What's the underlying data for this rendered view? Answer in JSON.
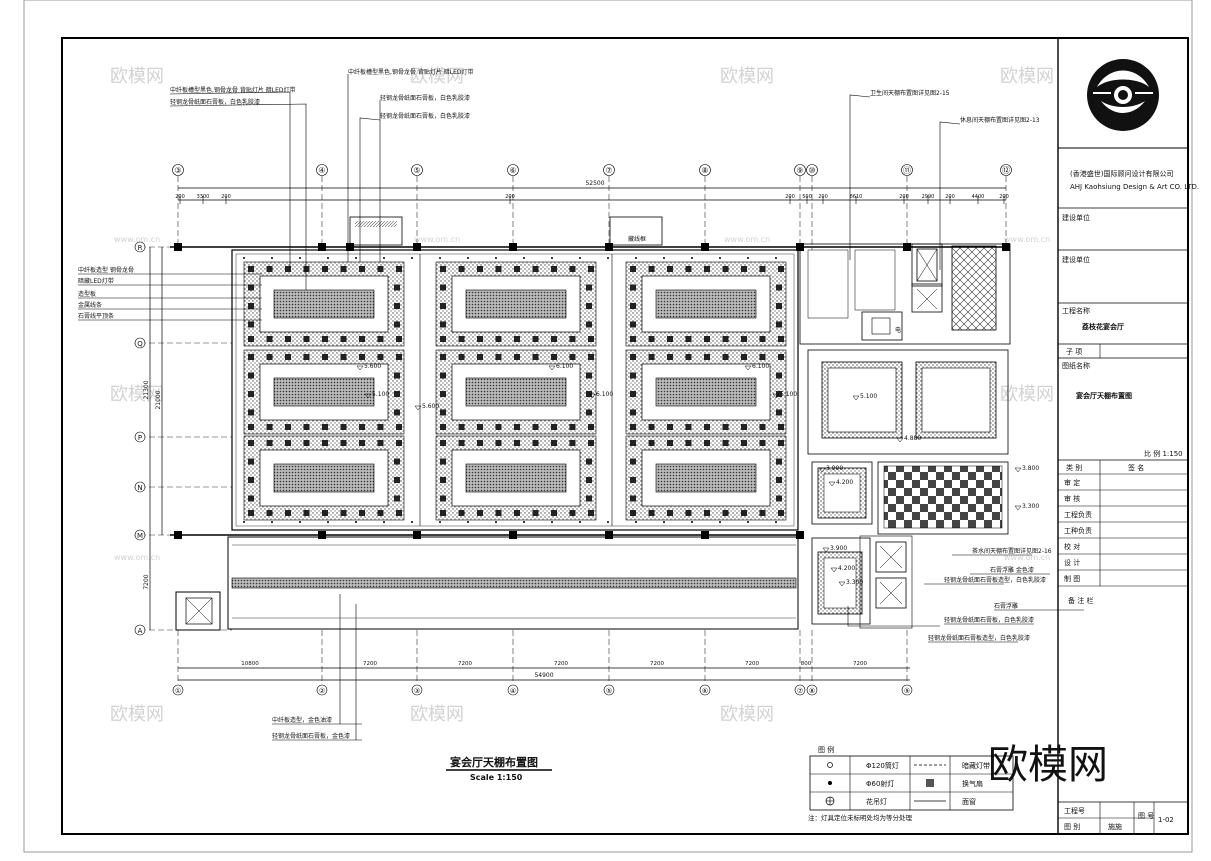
{
  "watermark": {
    "brand": "欧模网",
    "url": "www.om.cn"
  },
  "drawing": {
    "title": "宴会厅天棚布置图",
    "scale": "Scale 1:150",
    "note": "注：灯具定位未标明处均为等分处理"
  },
  "grid_top": [
    "③",
    "④",
    "⑤",
    "⑥",
    "⑦",
    "⑧",
    "⑨",
    "⑩",
    "⑪",
    "⑫"
  ],
  "grid_bottom": [
    "①",
    "②",
    "③",
    "④",
    "⑤",
    "⑥",
    "⑦",
    "⑧",
    "⑨"
  ],
  "grid_left": [
    "R",
    "Q",
    "P",
    "N",
    "M",
    "A"
  ],
  "dims_top": {
    "total": "52500",
    "parts": [
      "200",
      "3300",
      "200",
      "200",
      "200",
      "500",
      "200",
      "8610",
      "200",
      "2990",
      "200",
      "4400",
      "200"
    ]
  },
  "dims_bottom": {
    "total": "54900",
    "parts": [
      "10800",
      "7200",
      "7200",
      "7200",
      "7200",
      "7200",
      "800",
      "7200"
    ]
  },
  "dims_left": [
    "21300",
    "21000",
    "7200"
  ],
  "elevations": [
    "5.600",
    "6.100",
    "6.100",
    "5.100",
    "5.600",
    "6.100",
    "5.100",
    "5.100",
    "4.880",
    "3.900",
    "4.200",
    "3.800",
    "3.300",
    "3.900",
    "4.200",
    "3.300"
  ],
  "annotations_top": [
    "中纤板槽型黑色,钢骨龙骨 背贴灯片 暗LED灯带",
    "中纤板槽型黑色,钢骨龙骨 背贴灯片 暗LED灯带",
    "轻钢龙骨纸面石膏板，白色乳胶漆",
    "轻钢龙骨纸面石膏板，白色乳胶漆",
    "轻钢龙骨纸面石膏板，白色乳胶漆",
    "卫生间天棚布置图详见图2-15",
    "休息间天棚布置图详见图2-13"
  ],
  "annotations_left": [
    "中纤板造型 钢骨龙骨",
    "暗藏LED灯带",
    "造型板",
    "金属线条",
    "石膏线平顶条"
  ],
  "annotations_right": [
    "茶水间天棚布置图详见图2-16",
    "石膏浮雕 金色漆",
    "轻钢龙骨纸面石膏板造型，白色乳胶漆"
  ],
  "annotations_bottom": [
    "石膏浮雕",
    "轻钢龙骨纸面石膏板，白色乳胶漆",
    "轻钢龙骨纸面石膏板造型，白色乳胶漆",
    "中纤板造型，金色油漆",
    "轻钢龙骨纸面石膏板，金色漆"
  ],
  "labels": {
    "stage_top": "藏线框",
    "room_mark": "电"
  },
  "legend": {
    "title": "图  例",
    "items": [
      {
        "label": "Φ120筒灯",
        "label2": "暗藏灯带"
      },
      {
        "label": "Φ60射灯",
        "label2": "换气扇"
      },
      {
        "label": "花吊灯",
        "label2": "面窗"
      }
    ]
  },
  "title_block": {
    "company": "(香港盛世)国际顾问设计有限公司",
    "company_en": "AHJ Kaohsiung Design & Art CO. LTD.",
    "owner_label": "建设单位",
    "owner_label2": "建设单位",
    "project_label": "工程名称",
    "project": "荔枝花宴会厅",
    "sub_label": "子  项",
    "drawing_label": "图纸名称",
    "drawing_name": "宴会厅天棚布置图",
    "scale": "比 例 1:150",
    "sign_header_left": "类 别",
    "sign_header_right": "签  名",
    "sign_rows": [
      "审 定",
      "审 核",
      "工程负责",
      "工种负责",
      "校 对",
      "设 计",
      "制 图"
    ],
    "remark_label": "备 注 栏",
    "job_no_label": "工程号",
    "sheet_label": "图 别",
    "sheet_value": "施施",
    "number_label": "图 号",
    "number_value": "1-02"
  }
}
